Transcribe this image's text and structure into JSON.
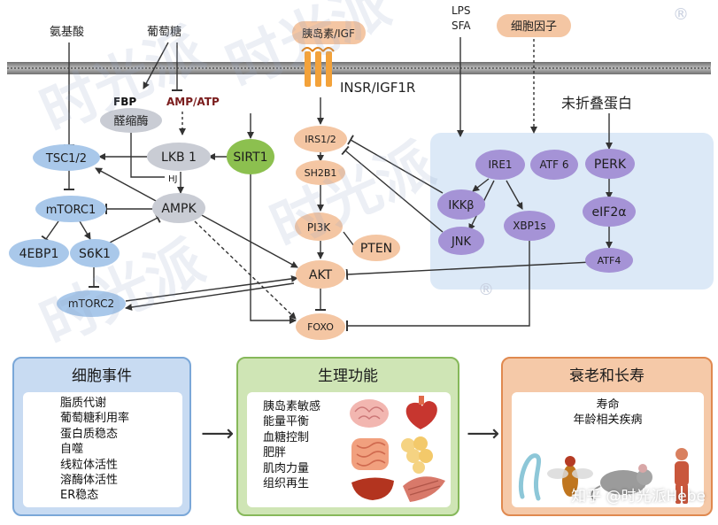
{
  "inputs": {
    "amino_acids": "氨基酸",
    "glucose": "葡萄糖",
    "insulin": "胰岛素/IGF",
    "lps_line1": "LPS",
    "lps_line2": "SFA",
    "cytokines": "细胞因子",
    "unfolded_protein": "未折叠蛋白"
  },
  "receptor": "INSR/IGF1R",
  "fbp_block": {
    "fbp": "FBP",
    "enzyme": "醛缩酶",
    "amp_atp": "AMP/ATP",
    "hj": "HJ"
  },
  "nodes": {
    "tsc": "TSC1/2",
    "lkb1": "LKB 1",
    "sirt1": "SIRT1",
    "mtorc1": "mTORC1",
    "ampk": "AMPK",
    "ebp1": "4EBP1",
    "s6k1": "S6K1",
    "mtorc2": "mTORC2",
    "irs": "IRS1/2",
    "sh2b1": "SH2B1",
    "pi3k": "PI3K",
    "pten": "PTEN",
    "akt": "AKT",
    "foxo": "FOXO",
    "ire1": "IRE1",
    "atf6": "ATF 6",
    "perk": "PERK",
    "ikkb": "IKKβ",
    "xbp1s": "XBP1s",
    "jnk": "JNK",
    "eif2a": "eIF2α",
    "atf4": "ATF4"
  },
  "panels": {
    "cell_events": {
      "title": "细胞事件",
      "items": [
        "脂质代谢",
        "葡萄糖利用率",
        "蛋白质稳态",
        "自噬",
        "线粒体活性",
        "溶酶体活性",
        "ER稳态"
      ]
    },
    "physiology": {
      "title": "生理功能",
      "items": [
        "胰岛素敏感",
        "能量平衡",
        "血糖控制",
        "肥胖",
        "肌肉力量",
        "组织再生"
      ]
    },
    "aging": {
      "title": "衰老和长寿",
      "items": [
        "寿命",
        "年龄相关疾病"
      ]
    }
  },
  "watermark": {
    "text": "时光派",
    "mark": "®"
  },
  "credit": "知乎 @时光派Hebe",
  "colors": {
    "orange_node": "#f4c6a3",
    "purple_node": "#a593d6",
    "grey_node": "#c9ccd4",
    "green_node": "#8cc04f",
    "blue_node": "#a9c8ea",
    "er_zone": "#dce9f7",
    "panel_blue": "#c8dbf2",
    "panel_green": "#cfe5b5",
    "panel_orange": "#f5c9a8"
  }
}
